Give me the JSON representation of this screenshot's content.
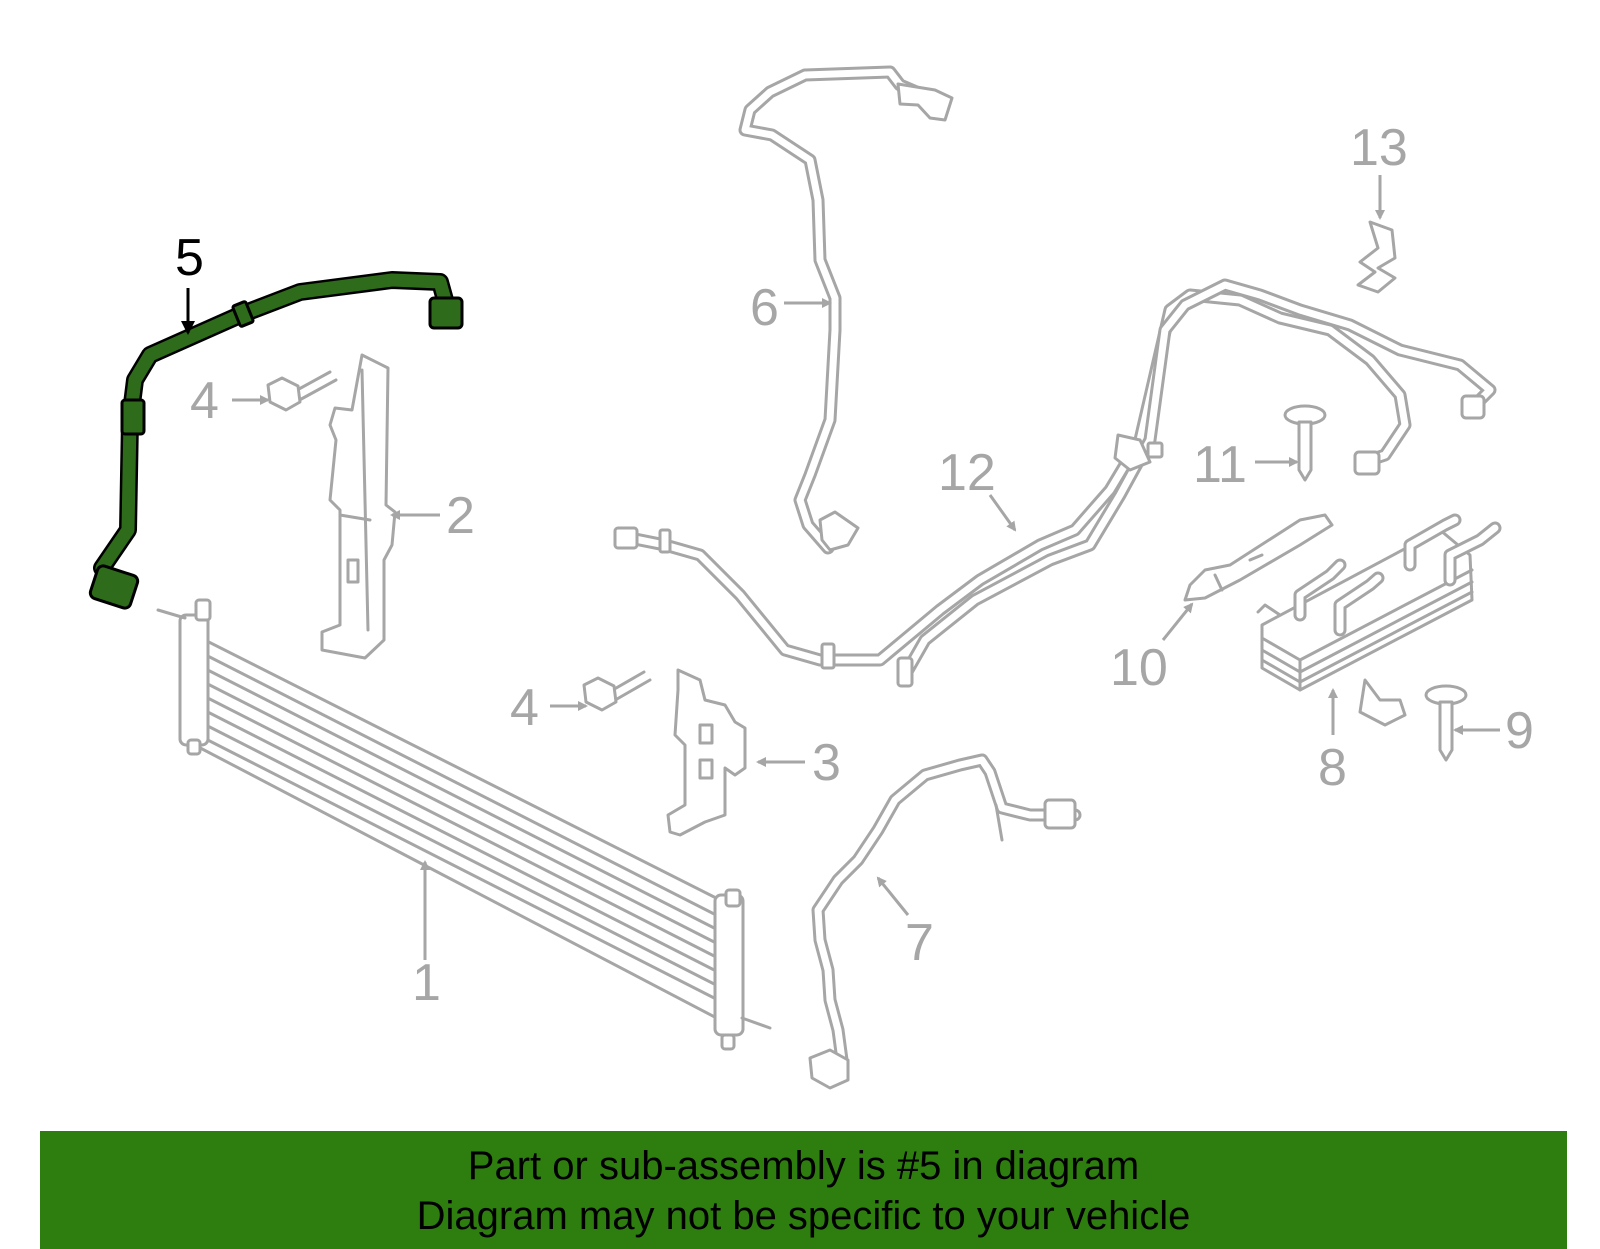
{
  "callouts": {
    "c1": "1",
    "c2": "2",
    "c3": "3",
    "c4a": "4",
    "c4b": "4",
    "c5": "5",
    "c6": "6",
    "c7": "7",
    "c8": "8",
    "c9": "9",
    "c10": "10",
    "c11": "11",
    "c12": "12",
    "c13": "13"
  },
  "highlighted_part": "5",
  "colors": {
    "highlight": "#2e6b1a",
    "banner": "#2e7d0f",
    "line_art": "#a6a6a6"
  },
  "banner": {
    "line1": "Part or sub-assembly is #5 in diagram",
    "line2": "Diagram may not be specific to your vehicle"
  }
}
